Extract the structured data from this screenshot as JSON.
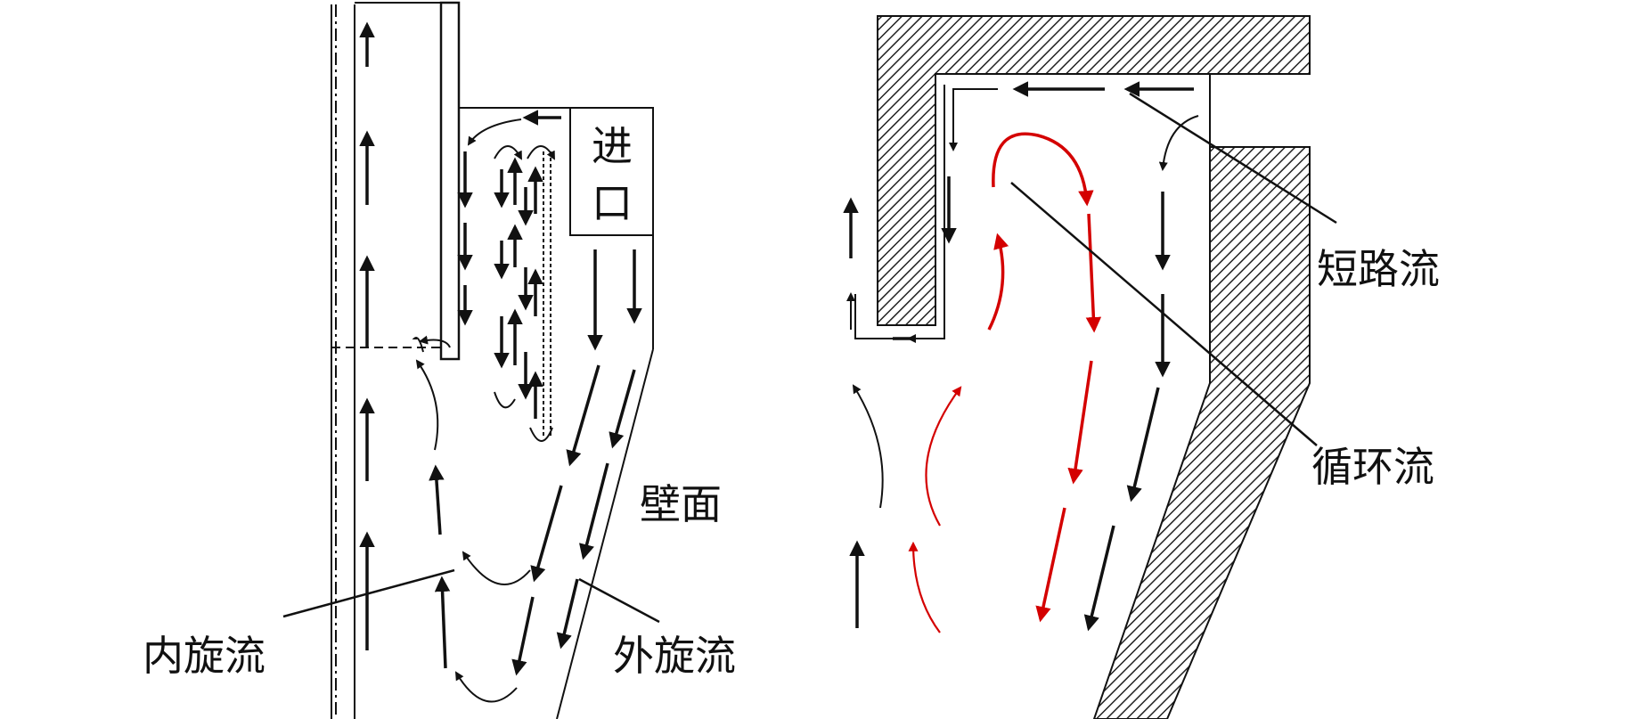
{
  "left_figure": {
    "inlet": [
      "进",
      "口"
    ],
    "wall": "壁面",
    "inner_vortex": "内旋流",
    "outer_vortex": "外旋流"
  },
  "right_figure": {
    "short_circuit_flow": "短路流",
    "circulating_flow": "循环流"
  },
  "colors": {
    "line": "#111111",
    "circulating": "#d40000",
    "background": "#ffffff"
  }
}
